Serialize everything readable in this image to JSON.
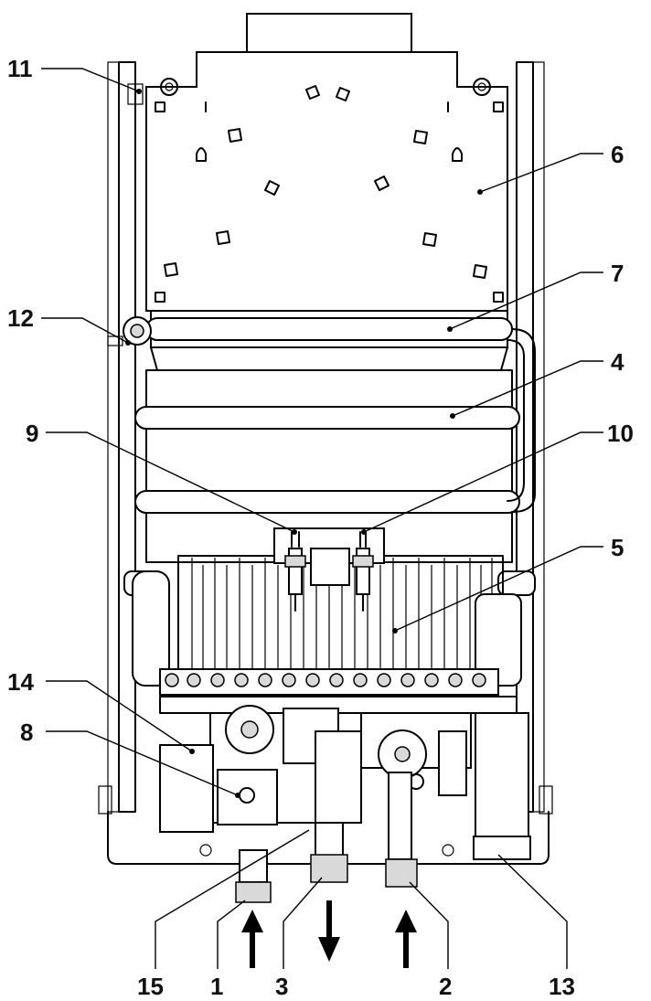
{
  "diagram": {
    "callouts": {
      "c1": "1",
      "c2": "2",
      "c3": "3",
      "c4": "4",
      "c5": "5",
      "c6": "6",
      "c7": "7",
      "c8": "8",
      "c9": "9",
      "c10": "10",
      "c11": "11",
      "c12": "12",
      "c13": "13",
      "c14": "14",
      "c15": "15"
    },
    "flow": {
      "cold_water_inlet": "in",
      "hot_water_outlet": "out",
      "gas_inlet": "in"
    }
  },
  "colors": {
    "line": "#000000",
    "background": "#ffffff",
    "shade": "#d9d9d9"
  }
}
